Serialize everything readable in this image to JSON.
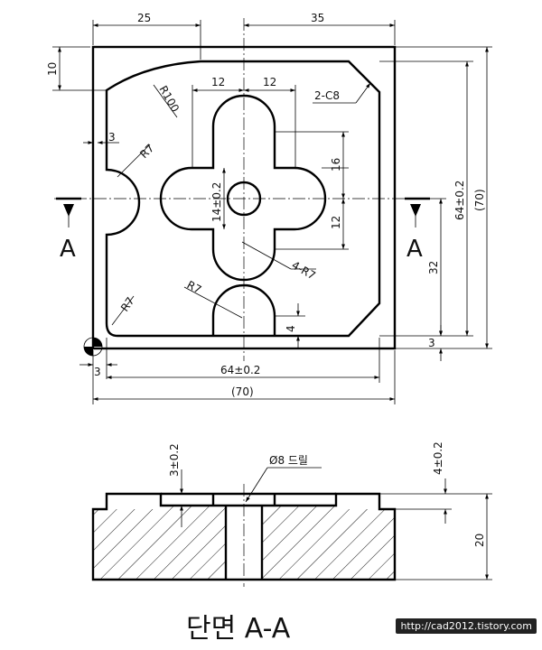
{
  "top_view": {
    "dim_top_left": "25",
    "dim_top_right": "35",
    "dim_left_10": "10",
    "dim_r100": "R100",
    "dim_12_a": "12",
    "dim_12_b": "12",
    "dim_chamfer": "2-C8",
    "dim_3_left": "3",
    "dim_r7_a": "R7",
    "dim_16": "16",
    "dim_14": "14±0.2",
    "dim_12_v": "12",
    "dim_64_v": "64±0.2",
    "dim_70_v": "(70)",
    "dim_32": "32",
    "dim_4r7": "4-R7",
    "dim_r7_b": "R7",
    "dim_r7_c": "R7",
    "dim_4": "4",
    "dim_3_right": "3",
    "dim_3_bottom": "3",
    "dim_64_h": "64±0.2",
    "dim_70_h": "(70)",
    "section_mark_left": "A",
    "section_mark_right": "A"
  },
  "section_view": {
    "dim_3": "3±0.2",
    "dim_drill": "Ø8 드릴",
    "dim_4": "4±0.2",
    "dim_20": "20",
    "caption": "단면 A-A"
  },
  "watermark": "http://cad2012.tistory.com"
}
